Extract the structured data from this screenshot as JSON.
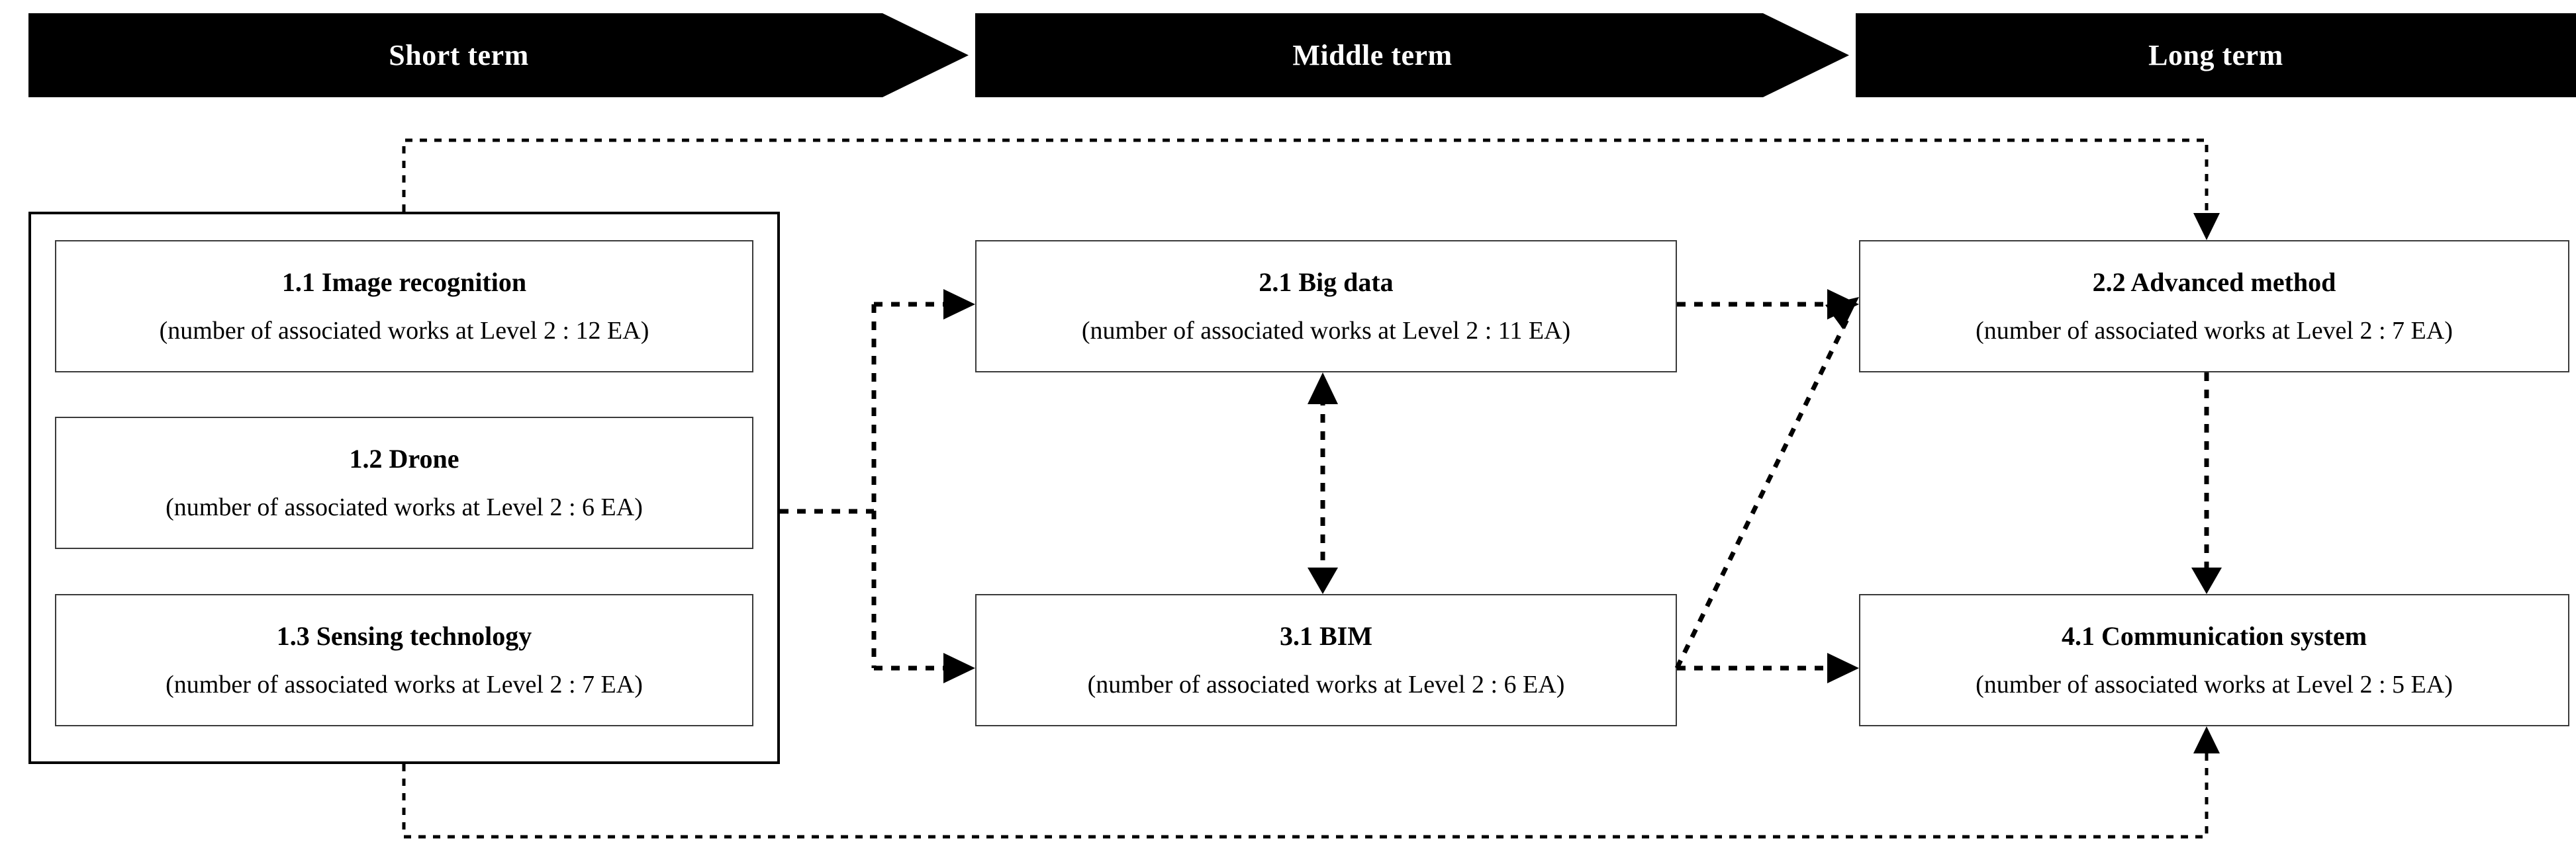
{
  "diagram": {
    "title_bands": [
      {
        "label": "Short term",
        "name": "short-term"
      },
      {
        "label": "Middle term",
        "name": "middle-term"
      },
      {
        "label": "Long term",
        "name": "long-term"
      }
    ],
    "short_term_group": {
      "nodes": [
        {
          "id": "1.1",
          "title": "1.1 Image recognition",
          "subtitle": "(number of associated works at Level 2 : 12 EA)",
          "level": 2,
          "associated_works": 12
        },
        {
          "id": "1.2",
          "title": "1.2 Drone",
          "subtitle": "(number of associated works at Level 2 : 6 EA)",
          "level": 2,
          "associated_works": 6
        },
        {
          "id": "1.3",
          "title": "1.3 Sensing technology",
          "subtitle": "(number of associated works at Level 2 : 7 EA)",
          "level": 2,
          "associated_works": 7
        }
      ]
    },
    "middle_term_group": {
      "nodes": [
        {
          "id": "2.1",
          "title": "2.1 Big data",
          "subtitle": "(number of associated works at Level 2 : 11 EA)",
          "level": 2,
          "associated_works": 11
        },
        {
          "id": "3.1",
          "title": "3.1 BIM",
          "subtitle": "(number of associated works at Level 2 : 6 EA)",
          "level": 2,
          "associated_works": 6
        }
      ]
    },
    "long_term_group": {
      "nodes": [
        {
          "id": "2.2",
          "title": "2.2 Advanced method",
          "subtitle": "(number of associated works at Level 2 : 7 EA)",
          "level": 2,
          "associated_works": 7
        },
        {
          "id": "4.1",
          "title": "4.1 Communication system",
          "subtitle": "(number of associated works at Level 2 : 5 EA)",
          "level": 2,
          "associated_works": 5
        }
      ]
    },
    "connections": [
      {
        "from": "short-term-group",
        "to": "2.1",
        "style": "dotted",
        "direction": "forward"
      },
      {
        "from": "short-term-group",
        "to": "3.1",
        "style": "dotted",
        "direction": "forward"
      },
      {
        "from": "short-term-group",
        "to": "2.2",
        "style": "dotted",
        "direction": "forward"
      },
      {
        "from": "short-term-group",
        "to": "4.1",
        "style": "dotted",
        "direction": "forward"
      },
      {
        "from": "2.1",
        "to": "3.1",
        "style": "dotted",
        "direction": "bidirectional"
      },
      {
        "from": "2.1",
        "to": "2.2",
        "style": "dotted",
        "direction": "forward"
      },
      {
        "from": "3.1",
        "to": "2.2",
        "style": "dotted",
        "direction": "forward"
      },
      {
        "from": "3.1",
        "to": "4.1",
        "style": "dotted",
        "direction": "forward"
      },
      {
        "from": "2.2",
        "to": "4.1",
        "style": "dotted",
        "direction": "forward"
      }
    ],
    "colors": {
      "band_background": "#000000",
      "band_text": "#ffffff",
      "box_border": "#3a3a3a",
      "group_border": "#000000",
      "connector": "#000000",
      "page_background": "#ffffff"
    }
  }
}
